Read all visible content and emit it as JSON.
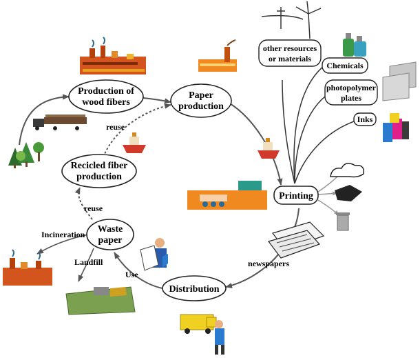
{
  "nodes": {
    "wood_fibers": [
      "Production of",
      "wood fibers"
    ],
    "paper_production": [
      "Paper",
      "production"
    ],
    "recycled_fiber": [
      "Recicled fiber",
      "production"
    ],
    "waste_paper": [
      "Waste",
      "paper"
    ],
    "printing": "Printing",
    "distribution": "Distribution",
    "other_resources": [
      "other resources",
      "or materials"
    ],
    "chemicals": "Chemicals",
    "photopolymer": [
      "photopolymer",
      "plates"
    ],
    "inks": "Inks"
  },
  "labels": {
    "reuse_top": "reuse",
    "reuse_bottom": "reuse",
    "incineration": "Incineration",
    "landfill": "Landfill",
    "use": "Use",
    "newspapers": "newspapers"
  },
  "icons": [
    "factory-icon",
    "paper-mill-icon",
    "forest-icon",
    "timber-truck-icon",
    "ship-icon",
    "printing-press-icon",
    "power-line-icon",
    "wind-turbine-icon",
    "chemical-bottles-icon",
    "plate-icon",
    "ink-cans-icon",
    "cloud-icon",
    "waste-bin-icon",
    "newspaper-stack-icon",
    "reader-icon",
    "delivery-van-icon",
    "landfill-icon",
    "incinerator-icon"
  ]
}
